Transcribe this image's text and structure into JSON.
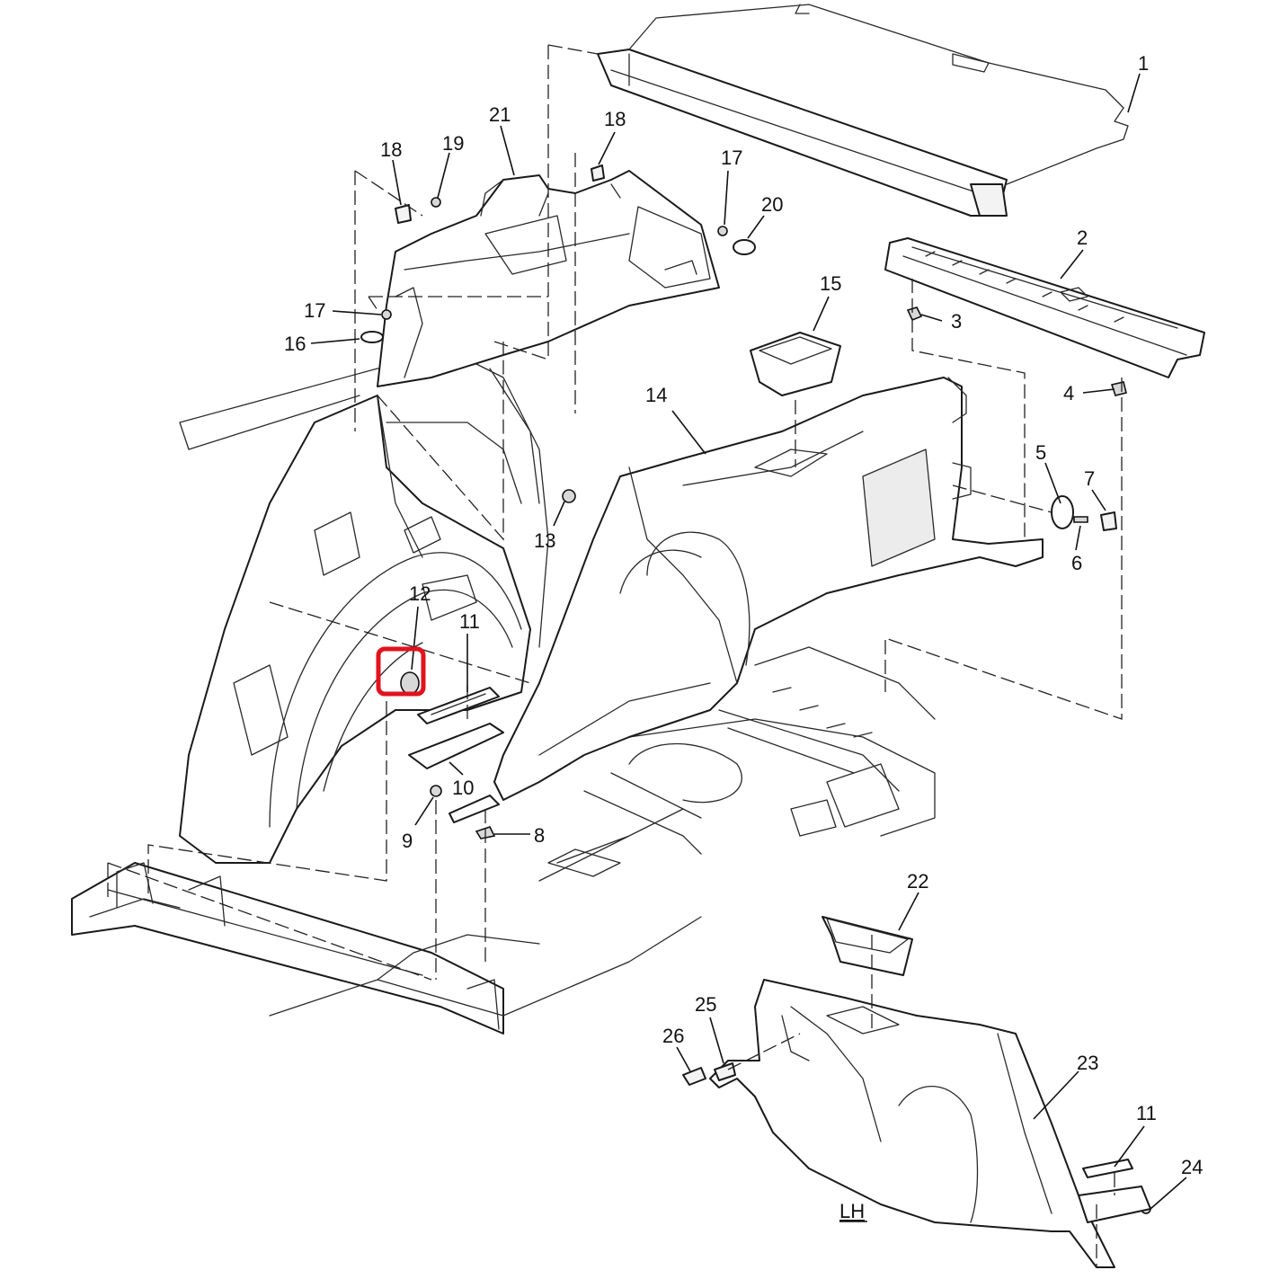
{
  "diagram": {
    "view_label": "LH",
    "highlight_color": "#e0141e",
    "line_color": "#1a1a1a",
    "highlighted_callout": "12",
    "callouts": [
      {
        "id": "c1",
        "label": "1"
      },
      {
        "id": "c2",
        "label": "2"
      },
      {
        "id": "c3",
        "label": "3"
      },
      {
        "id": "c4",
        "label": "4"
      },
      {
        "id": "c5",
        "label": "5"
      },
      {
        "id": "c6",
        "label": "6"
      },
      {
        "id": "c7",
        "label": "7"
      },
      {
        "id": "c8",
        "label": "8"
      },
      {
        "id": "c9",
        "label": "9"
      },
      {
        "id": "c10",
        "label": "10"
      },
      {
        "id": "c11a",
        "label": "11"
      },
      {
        "id": "c11b",
        "label": "11"
      },
      {
        "id": "c12",
        "label": "12"
      },
      {
        "id": "c13",
        "label": "13"
      },
      {
        "id": "c14",
        "label": "14"
      },
      {
        "id": "c15",
        "label": "15"
      },
      {
        "id": "c16",
        "label": "16"
      },
      {
        "id": "c17a",
        "label": "17"
      },
      {
        "id": "c17b",
        "label": "17"
      },
      {
        "id": "c18a",
        "label": "18"
      },
      {
        "id": "c18b",
        "label": "18"
      },
      {
        "id": "c19",
        "label": "19"
      },
      {
        "id": "c20",
        "label": "20"
      },
      {
        "id": "c21",
        "label": "21"
      },
      {
        "id": "c22",
        "label": "22"
      },
      {
        "id": "c23",
        "label": "23"
      },
      {
        "id": "c24",
        "label": "24"
      },
      {
        "id": "c25",
        "label": "25"
      },
      {
        "id": "c26",
        "label": "26"
      }
    ]
  }
}
